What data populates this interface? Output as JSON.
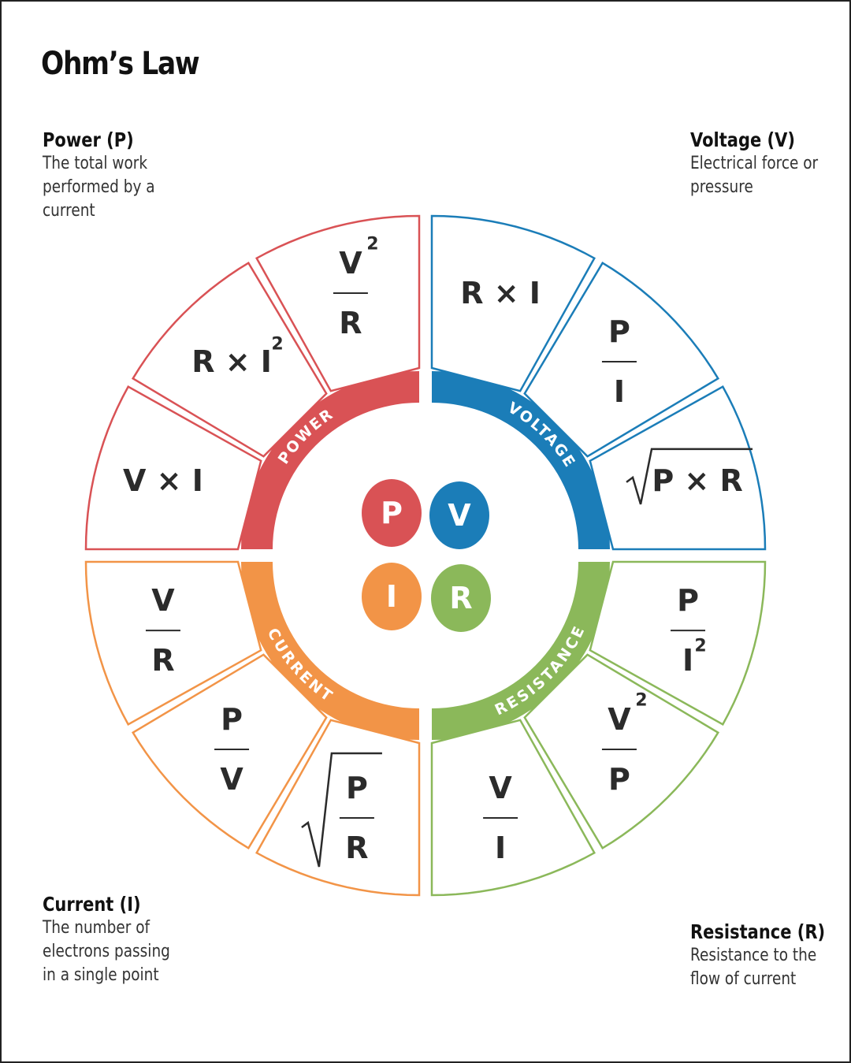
{
  "title": "Ohm’s Law",
  "legend": {
    "power": {
      "heading": "Power (P)",
      "lines": [
        "The total work",
        "performed by a",
        "current"
      ]
    },
    "voltage": {
      "heading": "Voltage (V)",
      "lines": [
        "Electrical force or",
        "pressure"
      ]
    },
    "current": {
      "heading": "Current (I)",
      "lines": [
        "The number of",
        "electrons passing",
        "in a single point"
      ]
    },
    "resistance": {
      "heading": "Resistance (R)",
      "lines": [
        "Resistance to the",
        "flow of current"
      ]
    }
  },
  "quadrants": {
    "power": {
      "ring_label": "POWER",
      "color": "#d95255",
      "formulas": [
        {
          "type": "frac",
          "num": "V",
          "num_sup": "2",
          "den": "R",
          "den_sup": ""
        },
        {
          "type": "text",
          "text": "R × I",
          "sup": "2"
        },
        {
          "type": "text",
          "text": "V × I",
          "sup": ""
        }
      ]
    },
    "voltage": {
      "ring_label": "VOLTAGE",
      "color": "#1b7db8",
      "formulas": [
        {
          "type": "text",
          "text": "R × I",
          "sup": ""
        },
        {
          "type": "frac",
          "num": "P",
          "num_sup": "",
          "den": "I",
          "den_sup": ""
        },
        {
          "type": "sqrt",
          "text": "P × R"
        }
      ]
    },
    "resistance": {
      "ring_label": "RESISTANCE",
      "color": "#8bb85a",
      "formulas": [
        {
          "type": "frac",
          "num": "V",
          "num_sup": "",
          "den": "I",
          "den_sup": ""
        },
        {
          "type": "frac",
          "num": "V",
          "num_sup": "2",
          "den": "P",
          "den_sup": ""
        },
        {
          "type": "frac",
          "num": "P",
          "num_sup": "",
          "den": "I",
          "den_sup": "2"
        }
      ]
    },
    "current": {
      "ring_label": "CURRENT",
      "color": "#f29447",
      "formulas": [
        {
          "type": "sqrtfrac",
          "num": "P",
          "den": "R"
        },
        {
          "type": "frac",
          "num": "P",
          "num_sup": "",
          "den": "V",
          "den_sup": ""
        },
        {
          "type": "frac",
          "num": "V",
          "num_sup": "",
          "den": "R",
          "den_sup": ""
        }
      ]
    }
  },
  "center": {
    "power_letter": "P",
    "voltage_letter": "V",
    "current_letter": "I",
    "resistance_letter": "R"
  }
}
